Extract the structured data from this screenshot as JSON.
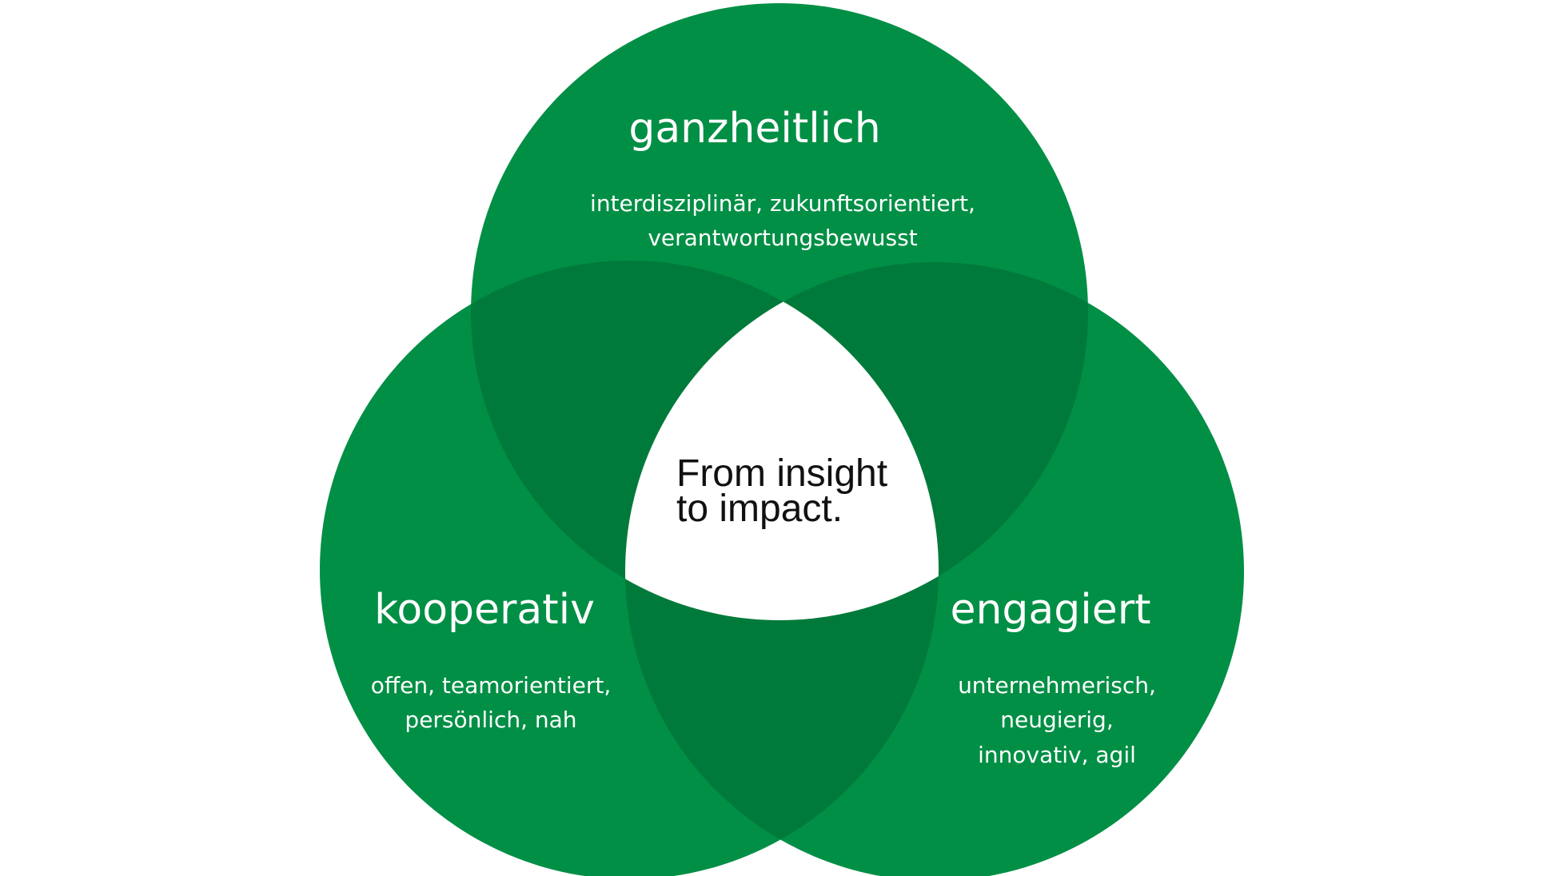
{
  "colors": {
    "circle": "#008f45",
    "overlap": "#007a3a",
    "center": "#ffffff"
  },
  "center_text": [
    "From insight",
    "to impact."
  ],
  "circles": [
    {
      "title": "ganzheitlich",
      "lines": [
        "interdisziplinär, zukunftsorientiert,",
        "verantwortungsbewusst"
      ]
    },
    {
      "title": "kooperativ",
      "lines": [
        "offen, teamorientiert,",
        "persönlich, nah"
      ]
    },
    {
      "title": "engagiert",
      "lines": [
        "unternehmerisch,",
        "neugierig,",
        "innovativ, agil"
      ]
    }
  ]
}
